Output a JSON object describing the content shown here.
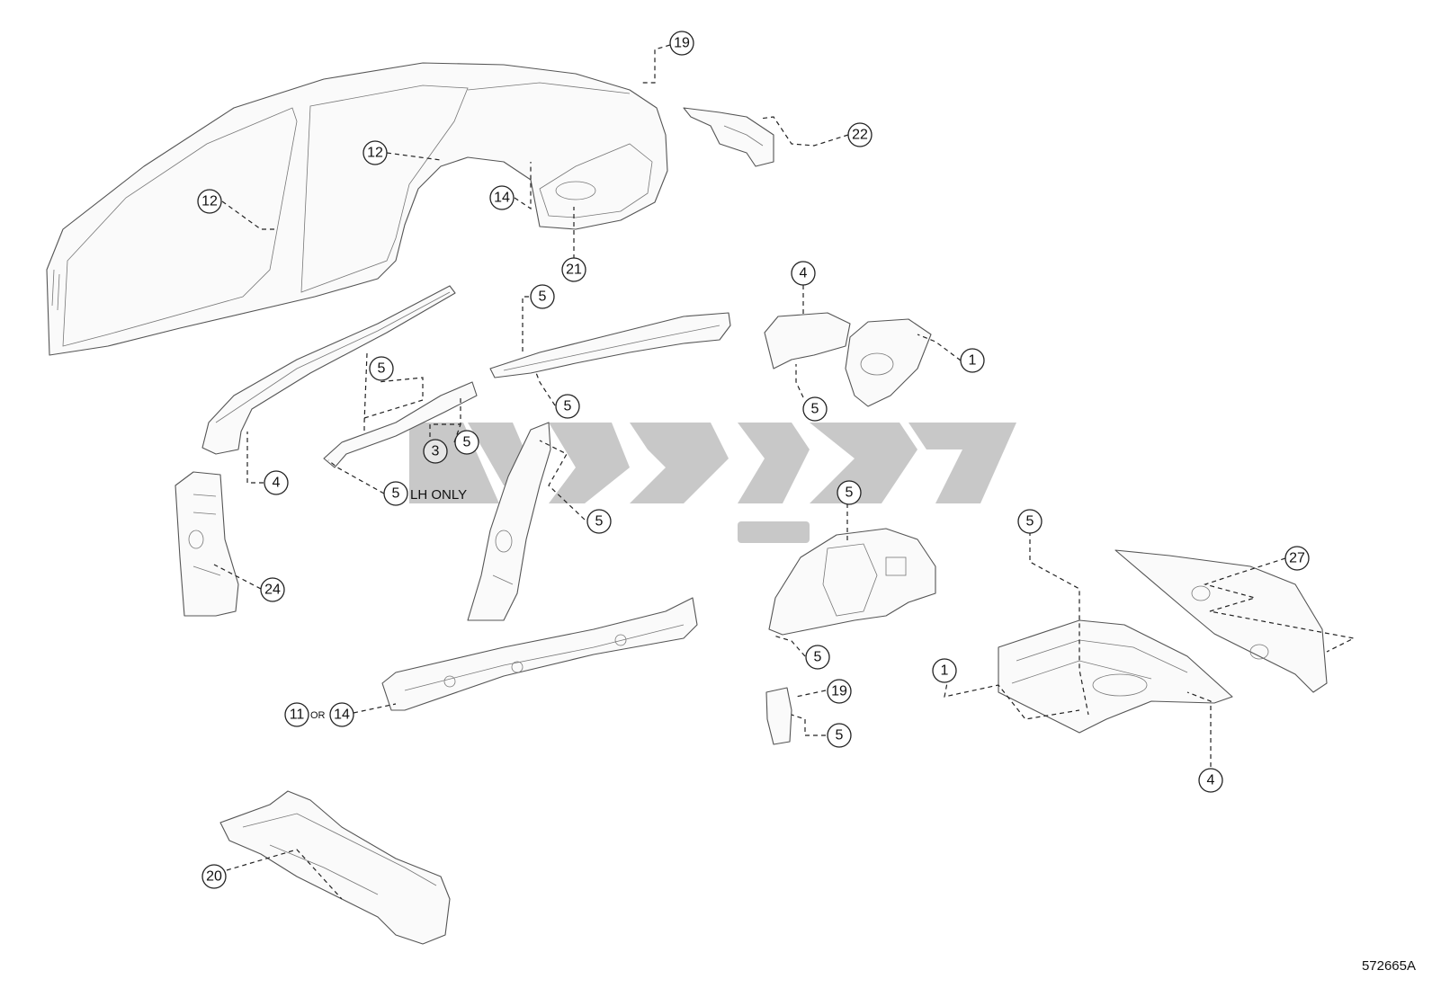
{
  "diagram": {
    "reference_code": "572665A",
    "lh_only_note": "LH ONLY",
    "or_note": "OR",
    "colors": {
      "line": "#555555",
      "leader": "#222222",
      "watermark": "#9a9a9a"
    },
    "callouts": [
      {
        "id": "c19a",
        "label": "19"
      },
      {
        "id": "c22",
        "label": "22"
      },
      {
        "id": "c12a",
        "label": "12"
      },
      {
        "id": "c12b",
        "label": "12"
      },
      {
        "id": "c14a",
        "label": "14"
      },
      {
        "id": "c21",
        "label": "21"
      },
      {
        "id": "c5a",
        "label": "5"
      },
      {
        "id": "c4a",
        "label": "4"
      },
      {
        "id": "c1a",
        "label": "1"
      },
      {
        "id": "c5b",
        "label": "5"
      },
      {
        "id": "c5c",
        "label": "5"
      },
      {
        "id": "c5d",
        "label": "5"
      },
      {
        "id": "c3",
        "label": "3"
      },
      {
        "id": "c5e",
        "label": "5"
      },
      {
        "id": "c4b",
        "label": "4"
      },
      {
        "id": "c5f",
        "label": "5"
      },
      {
        "id": "c5g",
        "label": "5"
      },
      {
        "id": "c24",
        "label": "24"
      },
      {
        "id": "c5h",
        "label": "5"
      },
      {
        "id": "c5i",
        "label": "5"
      },
      {
        "id": "c27",
        "label": "27"
      },
      {
        "id": "c5j",
        "label": "5"
      },
      {
        "id": "c1b",
        "label": "1"
      },
      {
        "id": "c11",
        "label": "11"
      },
      {
        "id": "c14b",
        "label": "14"
      },
      {
        "id": "c19b",
        "label": "19"
      },
      {
        "id": "c5k",
        "label": "5"
      },
      {
        "id": "c4c",
        "label": "4"
      },
      {
        "id": "c20",
        "label": "20"
      }
    ]
  }
}
